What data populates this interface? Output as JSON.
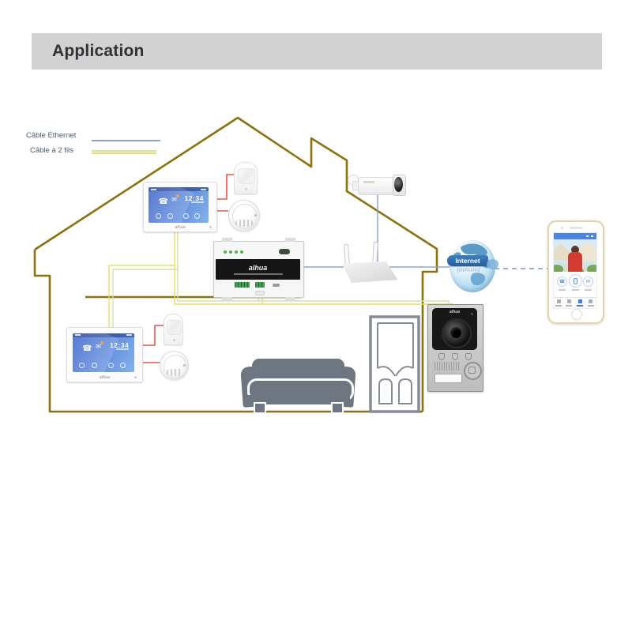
{
  "header": {
    "title": "Application"
  },
  "legend": {
    "ethernet": {
      "label": "Câble Ethernet"
    },
    "two_wire": {
      "label": "Câble à 2 fils"
    }
  },
  "colors": {
    "header_bg": "#d2d2d2",
    "house_outline": "#8c7110",
    "ethernet_wire": "#8fa3cc",
    "two_wire_yellow": "#e8dd66",
    "two_wire_green": "#cfe4a2",
    "alarm_wire": "#e8564e"
  },
  "devices": {
    "indoor_monitor_1": {
      "clock": "12:34",
      "brand": "alhua"
    },
    "indoor_monitor_2": {
      "clock": "12:34",
      "brand": "alhua"
    },
    "din_power_module": {
      "brand": "alhua"
    },
    "door_station": {
      "brand": "alhua"
    },
    "internet": {
      "label": "Internet"
    }
  }
}
